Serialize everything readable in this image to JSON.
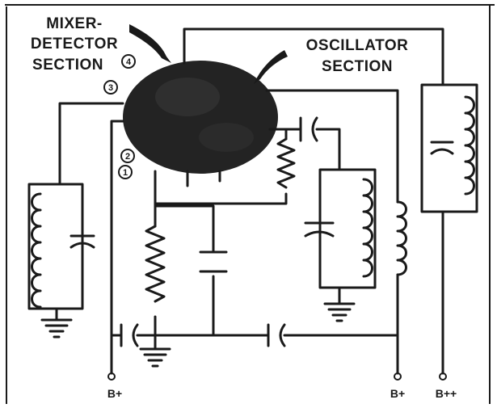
{
  "labels": {
    "mixer_line1": "MIXER-",
    "mixer_line2": "DETECTOR",
    "mixer_line3": "SECTION",
    "osc_line1": "OSCILLATOR",
    "osc_line2": "SECTION"
  },
  "pins": [
    "1",
    "2",
    "3",
    "4"
  ],
  "terminals": {
    "left": "B+",
    "middle": "B+",
    "right": "B++"
  },
  "colors": {
    "ink": "#1a1a1a",
    "paper": "#ffffff",
    "tube": "#232323"
  }
}
